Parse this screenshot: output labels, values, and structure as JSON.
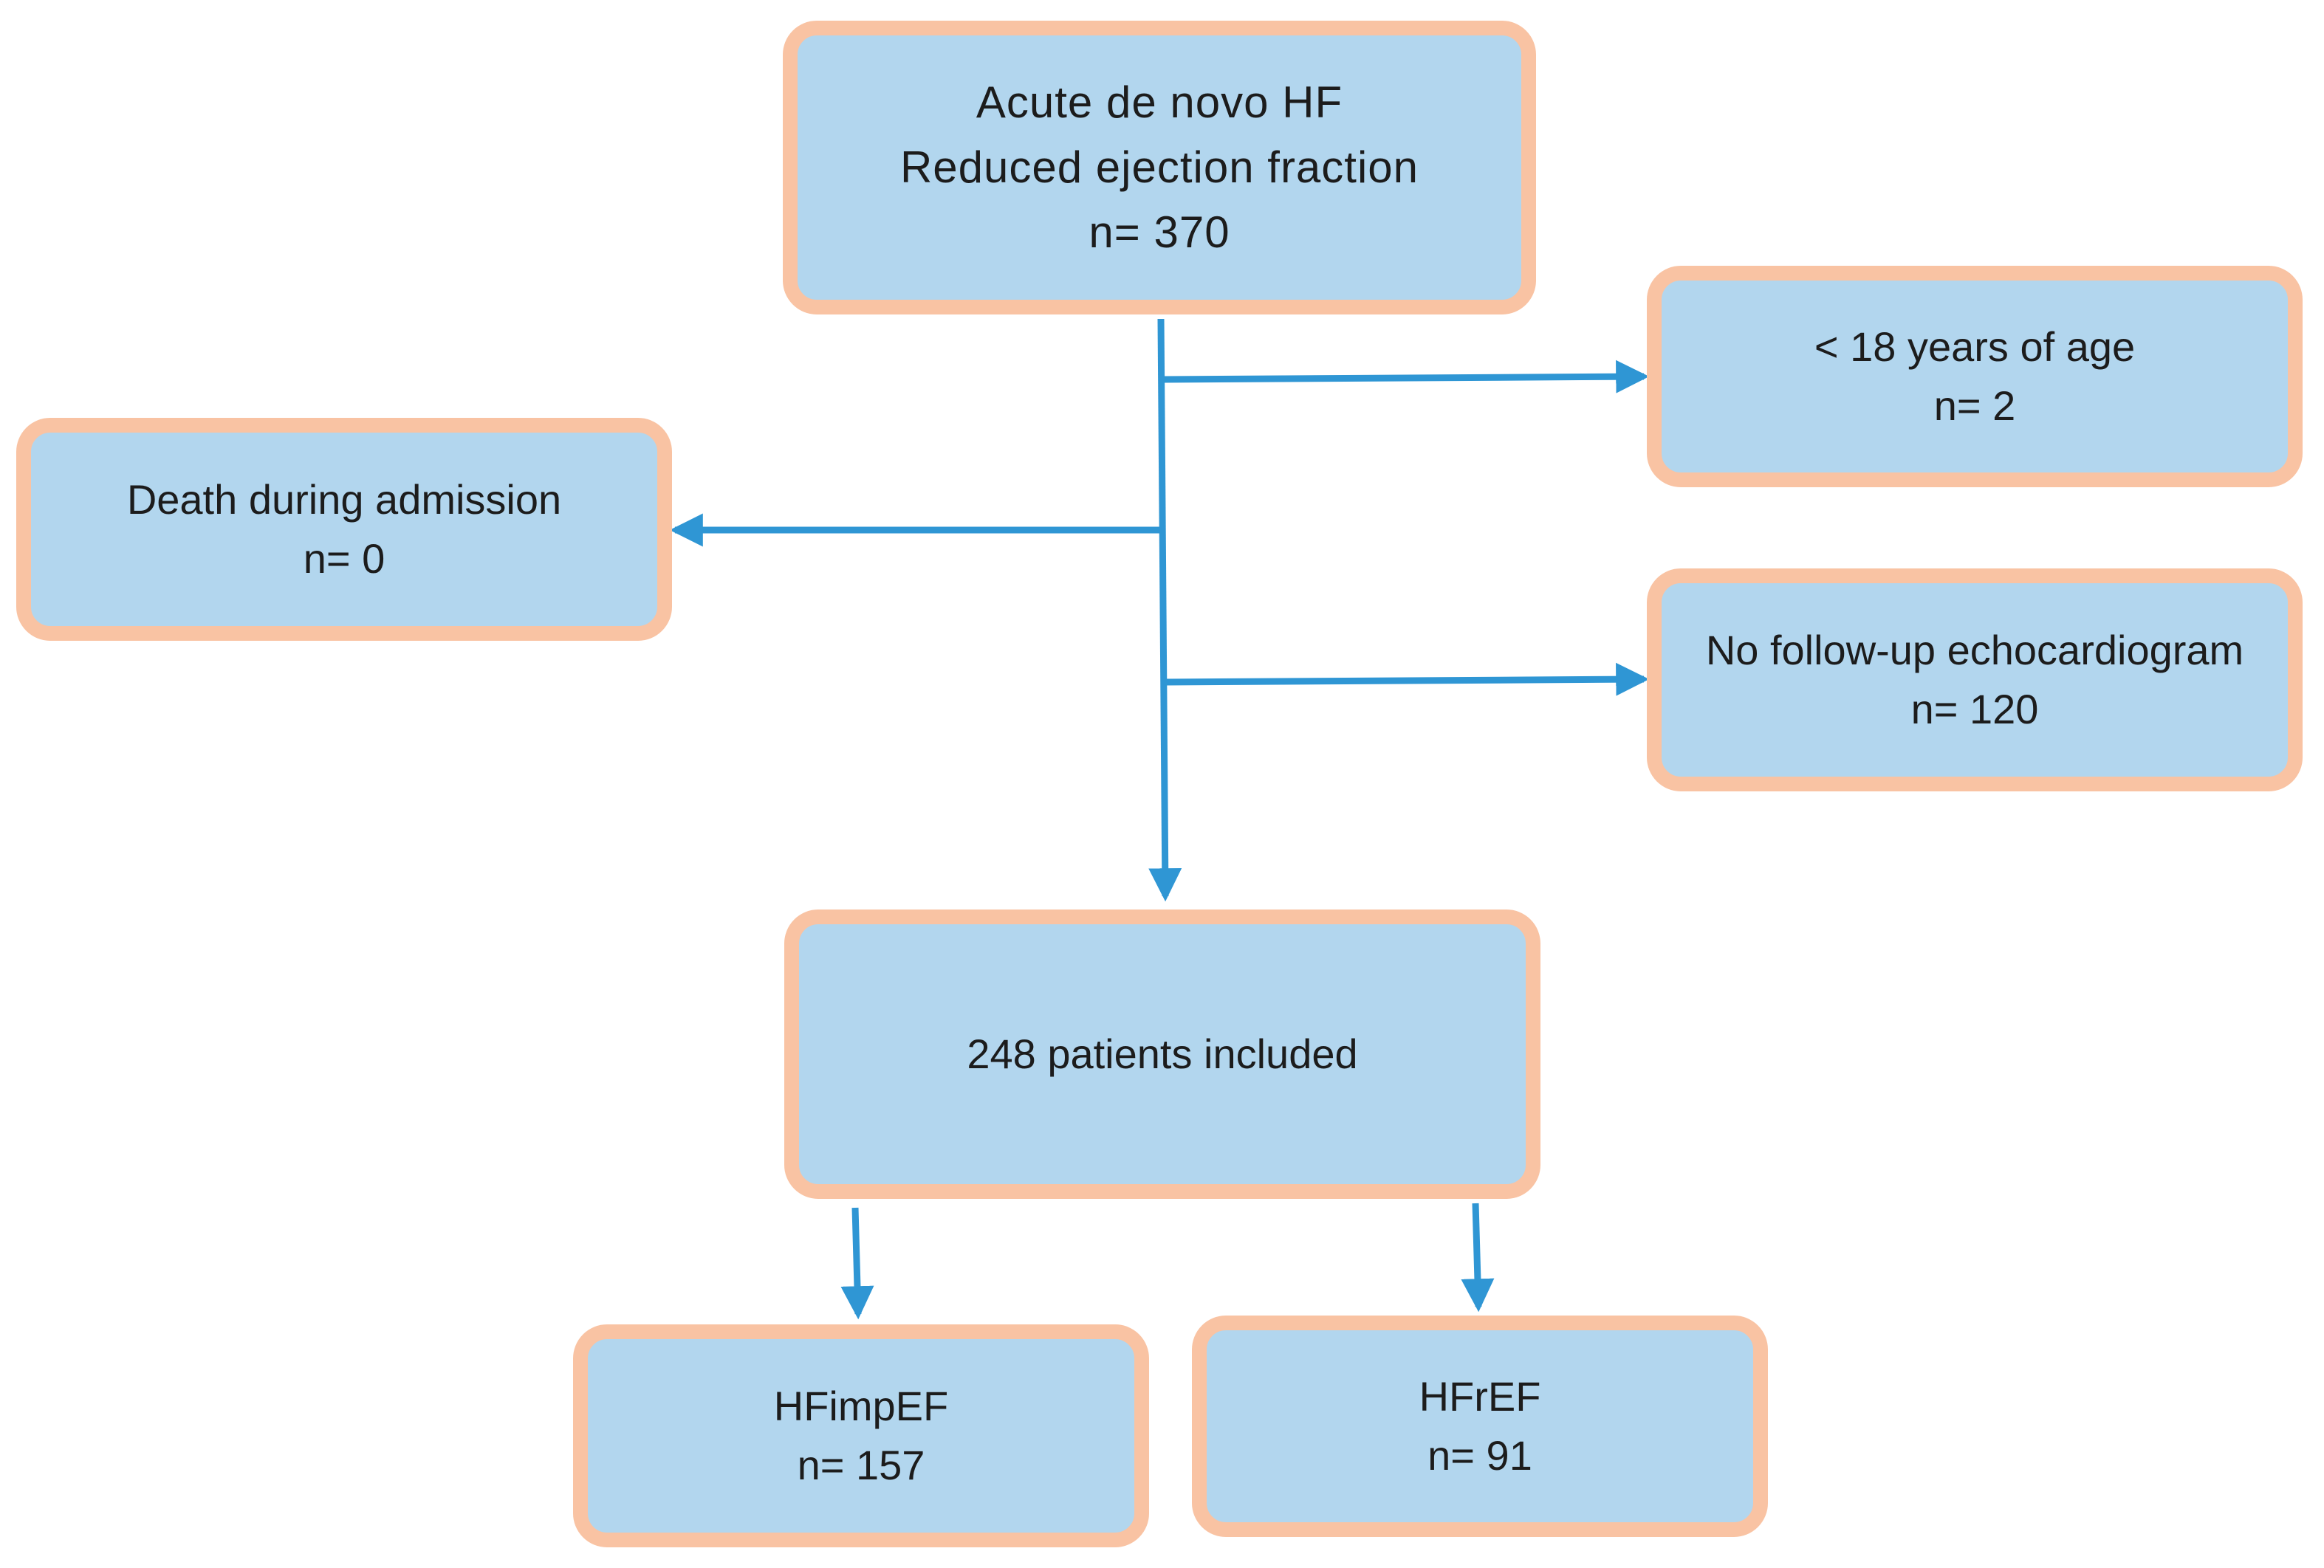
{
  "start": {
    "line1": "Acute de novo HF",
    "line2": "Reduced ejection fraction",
    "line3": "n= 370"
  },
  "excluded_age": {
    "label": "< 18 years of age",
    "count": "n= 2"
  },
  "excluded_death": {
    "label": "Death during admission",
    "count": "n= 0"
  },
  "excluded_echo": {
    "label": "No follow-up echocardiogram",
    "count": "n= 120"
  },
  "included": {
    "label": "248 patients included"
  },
  "group_hfimpef": {
    "label": "HFimpEF",
    "count": "n= 157"
  },
  "group_hfref": {
    "label": "HFrEF",
    "count": "n= 91"
  },
  "colors": {
    "box_fill": "#b2d6ee",
    "box_border": "#f9c3a3",
    "arrow": "#2f96d4",
    "text": "#1c1c1c"
  }
}
